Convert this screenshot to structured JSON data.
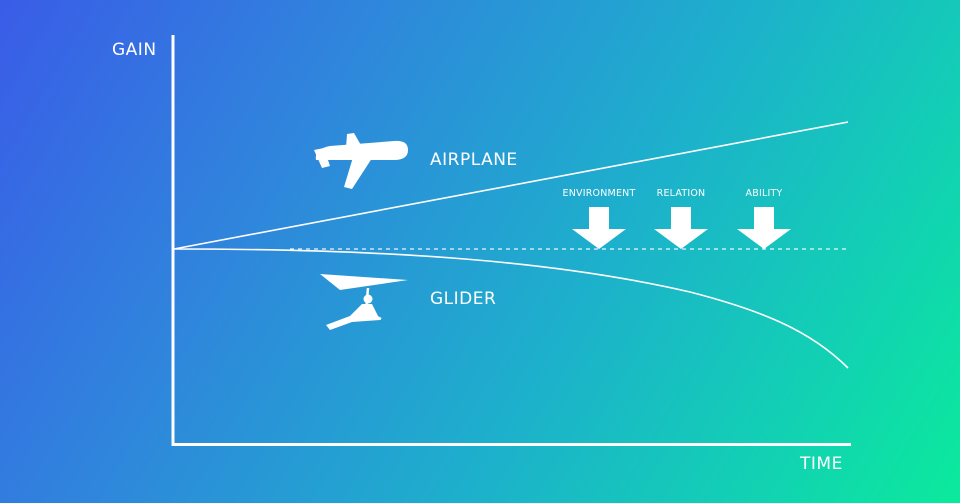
{
  "axes": {
    "y_label": "GAIN",
    "x_label": "TIME"
  },
  "crafts": [
    {
      "label": "AIRPLANE",
      "icon": "airplane-icon"
    },
    {
      "label": "GLIDER",
      "icon": "hang-glider-icon"
    }
  ],
  "factors": [
    {
      "label": "ENVIRONMENT",
      "icon": "down-arrow-icon"
    },
    {
      "label": "RELATION",
      "icon": "down-arrow-icon"
    },
    {
      "label": "ABILITY",
      "icon": "down-arrow-icon"
    }
  ],
  "colors": {
    "gradient_start": "#3a5ce8",
    "gradient_end": "#0bea9c",
    "foreground": "#ffffff"
  }
}
